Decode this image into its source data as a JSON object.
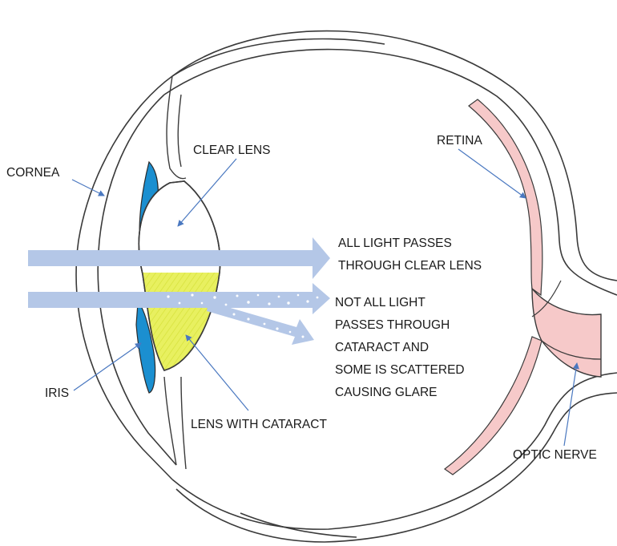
{
  "labels": {
    "cornea": "CORNEA",
    "clear_lens": "CLEAR LENS",
    "retina": "RETINA",
    "iris": "IRIS",
    "lens_with_cataract": "LENS WITH CATARACT",
    "optic_nerve": "OPTIC NERVE"
  },
  "captions": {
    "clear_light": [
      "ALL LIGHT PASSES",
      "THROUGH CLEAR LENS"
    ],
    "cataract_light": [
      "NOT ALL LIGHT",
      "PASSES THROUGH",
      "CATARACT AND",
      "SOME IS SCATTERED",
      "CAUSING GLARE"
    ]
  },
  "colors": {
    "outline": "#3a3a3a",
    "iris": "#1b8fd0",
    "retina": "#f6c9c9",
    "cataract": "#e6ef5a",
    "light_beam": "#b4c7e7",
    "pointer": "#4a78c0"
  }
}
